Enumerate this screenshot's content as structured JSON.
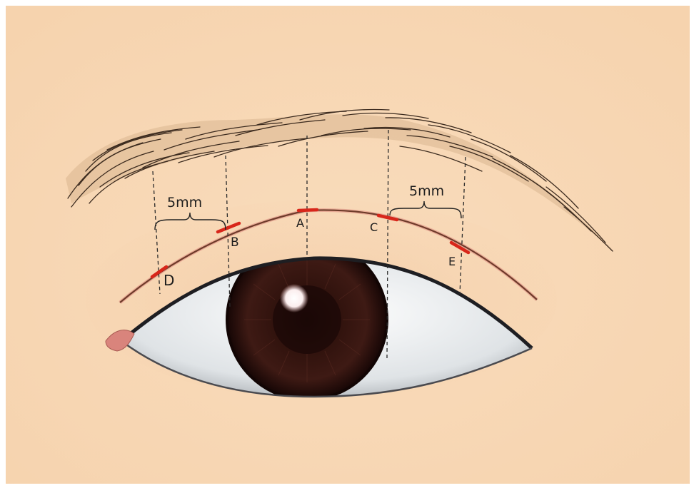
{
  "diagram": {
    "points": {
      "A": "A",
      "B": "B",
      "C": "C",
      "D": "D",
      "E": "E"
    },
    "measurements": {
      "left": "5mm",
      "right": "5mm"
    },
    "colors": {
      "skin": "#f7d7b4",
      "crease_line": "#6e3b2a",
      "marker": "#d8261a",
      "iris": "#2a1210",
      "sclera": "#e9ecef",
      "eyebrow": "#3b2a1e",
      "caruncle": "#d9847c"
    }
  }
}
